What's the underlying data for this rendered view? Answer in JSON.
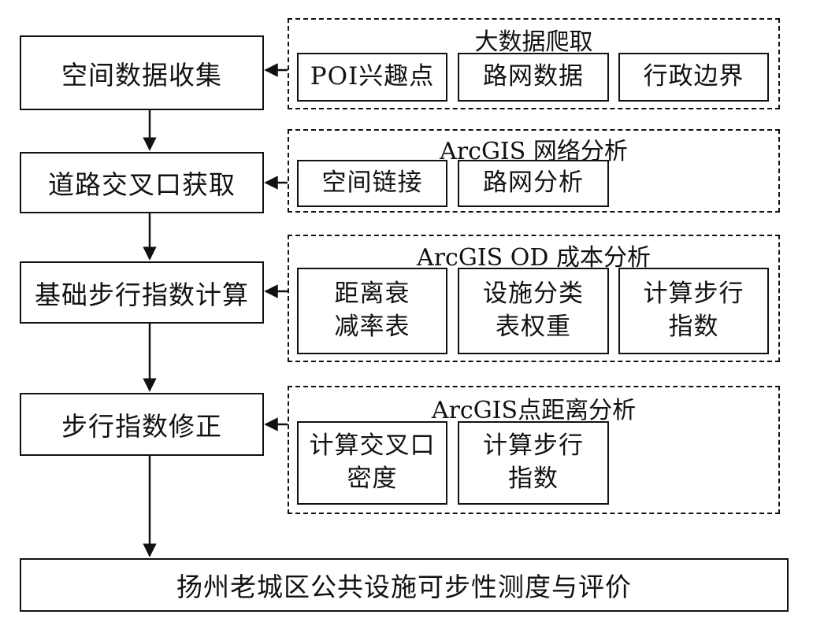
{
  "steps": [
    "空间数据收集",
    "道路交叉口获取",
    "基础步行指数计算",
    "步行指数修正"
  ],
  "final": "扬州老城区公共设施可步性测度与评价",
  "groups": [
    {
      "title": "大数据爬取",
      "items": [
        [
          "POI兴趣点"
        ],
        [
          "路网数据"
        ],
        [
          "行政边界"
        ]
      ]
    },
    {
      "title": "ArcGIS 网络分析",
      "items": [
        [
          "空间链接"
        ],
        [
          "路网分析"
        ]
      ]
    },
    {
      "title": "ArcGIS OD 成本分析",
      "items": [
        [
          "距离衰",
          "减率表"
        ],
        [
          "设施分类",
          "表权重"
        ],
        [
          "计算步行",
          "指数"
        ]
      ]
    },
    {
      "title": "ArcGIS点距离分析",
      "items": [
        [
          "计算交叉口",
          "密度"
        ],
        [
          "计算步行",
          "指数"
        ]
      ]
    }
  ]
}
